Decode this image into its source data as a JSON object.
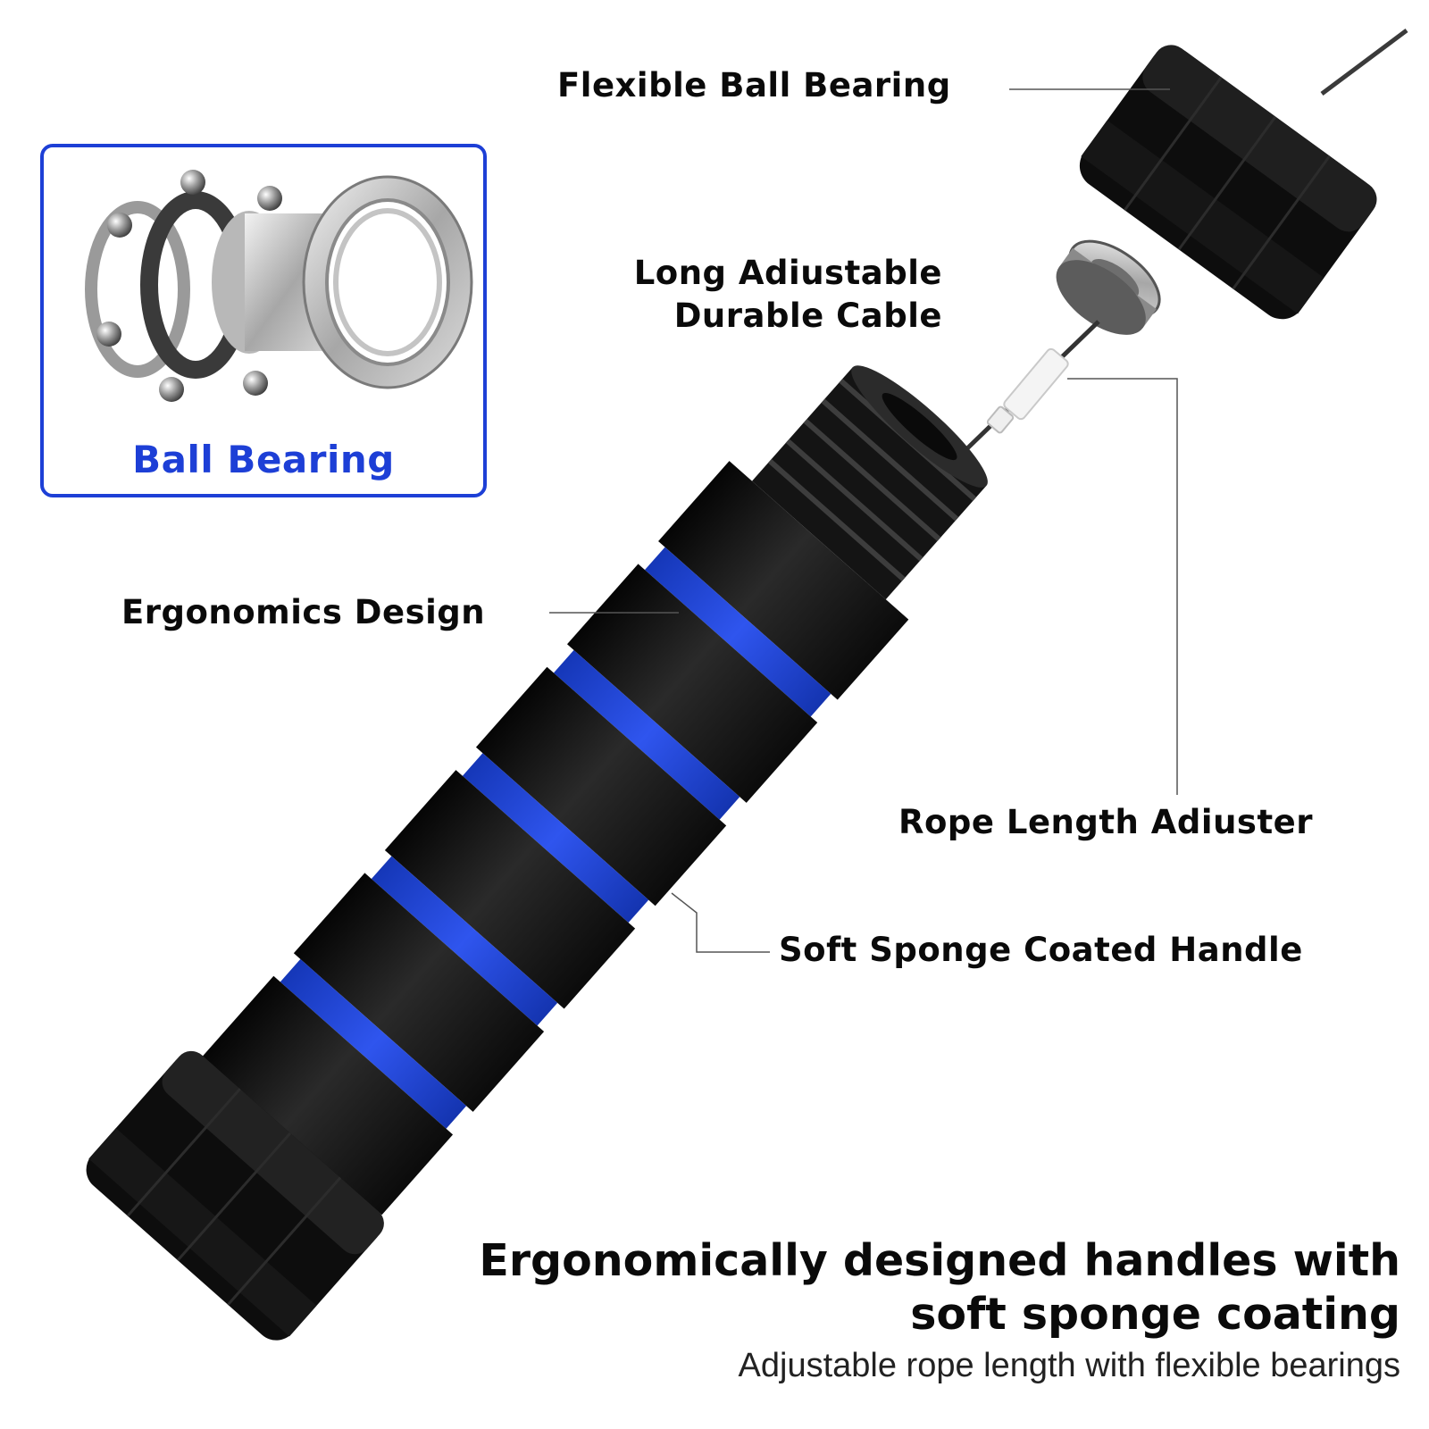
{
  "callouts": {
    "flexible_ball_bearing": "Flexible Ball Bearing",
    "cable_line1": "Long Adiustable",
    "cable_line2": "Durable Cable",
    "ergonomics_design": "Ergonomics Design",
    "rope_length_adjuster": "Rope Length Adiuster",
    "soft_sponge_handle": "Soft Sponge Coated Handle"
  },
  "inset": {
    "title": "Ball Bearing"
  },
  "headline": {
    "line1": "Ergonomically designed handles with",
    "line2": "soft sponge coating"
  },
  "subline": "Adjustable rope length with flexible bearings",
  "colors": {
    "accent_blue": "#1d3fd6",
    "sponge_blue": "#1f43d8",
    "handle_black": "#111111",
    "text": "#0a0a0a"
  }
}
